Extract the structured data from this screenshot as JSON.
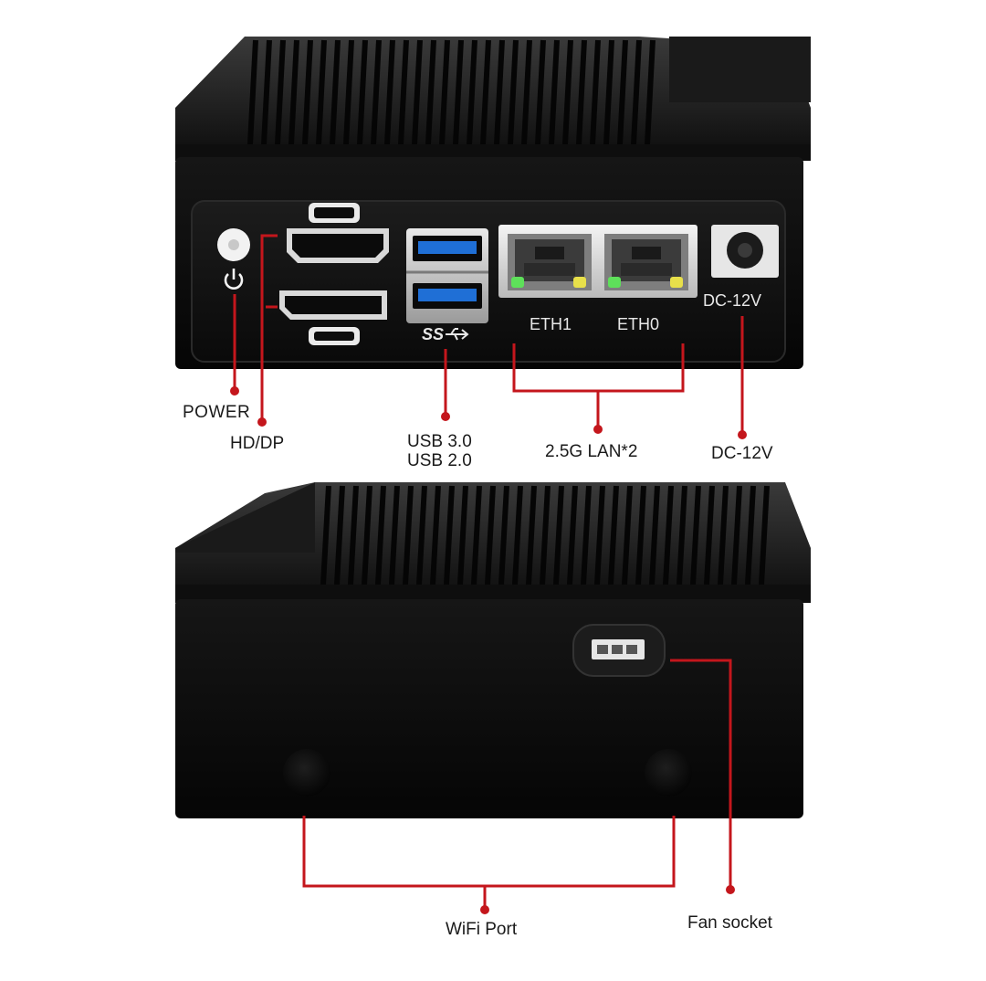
{
  "front_view": {
    "port_labels": {
      "eth1": "ETH1",
      "eth0": "ETH0",
      "dc_in": "DC-12V",
      "usb_logo": "SS"
    },
    "callouts": {
      "power": "POWER",
      "hd_dp": "HD/DP",
      "usb_line1": "USB 3.0",
      "usb_line2": "USB 2.0",
      "lan": "2.5G LAN*2",
      "dc": "DC-12V"
    }
  },
  "back_view": {
    "callouts": {
      "wifi": "WiFi Port",
      "fan": "Fan socket"
    }
  },
  "colors": {
    "callout_line": "#c4161c",
    "chassis": "#0b0b0b",
    "usb3_blue": "#1f6fd6",
    "led_green": "#5ee05a",
    "led_yellow": "#e8e04a"
  }
}
